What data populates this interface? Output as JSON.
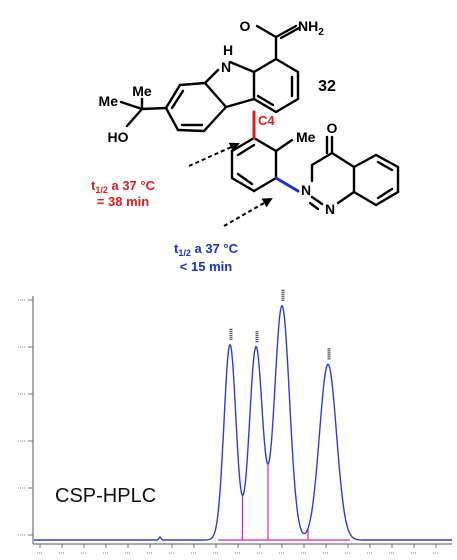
{
  "structure": {
    "compound_number": "32",
    "carboxamide": {
      "oxygen": "O",
      "amine": "NH",
      "amine_subscript": "2"
    },
    "carbazole_nh": {
      "h": "H",
      "n": "N"
    },
    "methyl_group_left": "Me",
    "methyl_group_top": "Me",
    "hydroxyl": "HO",
    "aryl_methyl": "Me",
    "quinazolinone": {
      "carbonyl_oxygen": "O",
      "n3": "N",
      "n1": "N"
    },
    "bond_label": "C4",
    "colors": {
      "red_axis": "#e41a1a",
      "blue_axis": "#1a2fd6",
      "bond_black": "#000000"
    }
  },
  "annotations": {
    "red": {
      "prefix": "t",
      "subscript": "1/2",
      "suffix": " a 37 °C",
      "line2": "= 38 min",
      "color": "#e41a1a"
    },
    "blue": {
      "prefix": "t",
      "subscript": "1/2",
      "suffix": " a 37 °C",
      "line2": "< 15 min",
      "color": "#1a2fd6"
    }
  },
  "chromatogram": {
    "label": "CSP-HPLC",
    "trace_color": "#2b3fd9",
    "baseline_color": "#e020c0",
    "peaks": [
      {
        "height_fraction": 0.8
      },
      {
        "height_fraction": 0.79
      },
      {
        "height_fraction": 0.96
      },
      {
        "height_fraction": 0.72
      }
    ]
  }
}
